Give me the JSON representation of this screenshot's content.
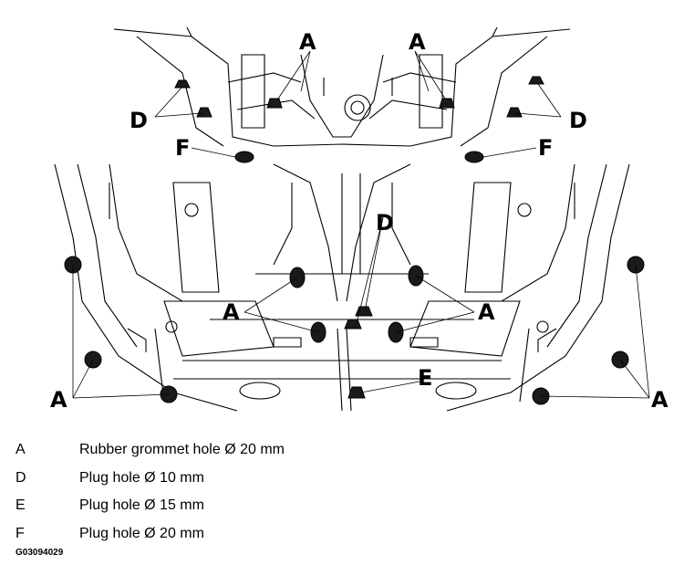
{
  "callouts": {
    "a_top_left": "A",
    "a_top_right": "A",
    "d_top_left": "D",
    "d_top_right": "D",
    "f_left": "F",
    "f_right": "F",
    "d_center": "D",
    "a_mid_left": "A",
    "a_mid_right": "A",
    "e_center": "E",
    "a_bottom_left": "A",
    "a_bottom_right": "A"
  },
  "legend": [
    {
      "key": "A",
      "description": "Rubber grommet hole Ø 20 mm"
    },
    {
      "key": "D",
      "description": "Plug hole Ø 10 mm"
    },
    {
      "key": "E",
      "description": "Plug hole Ø 15 mm"
    },
    {
      "key": "F",
      "description": "Plug hole Ø 20 mm"
    }
  ],
  "figure_id": "G03094029"
}
